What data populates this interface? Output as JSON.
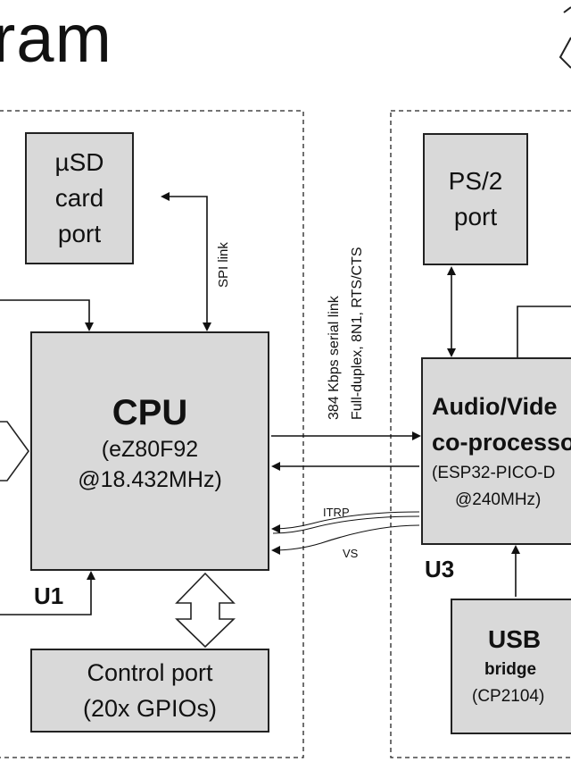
{
  "title": "ram",
  "blocks": {
    "usd": {
      "lines": [
        "µSD",
        "card",
        "port"
      ]
    },
    "ps2": {
      "lines": [
        "PS/2",
        "port"
      ]
    },
    "cpu": {
      "name": "CPU",
      "chip": "(eZ80F92",
      "clock": "@18.432MHz)"
    },
    "av": {
      "name1": "Audio/Vide",
      "name2": "co-processo",
      "chip": "(ESP32-PICO-D",
      "clock": "@240MHz)"
    },
    "control": {
      "line1": "Control port",
      "line2": "(20x GPIOs)"
    },
    "usb": {
      "name": "USB",
      "line2": "bridge",
      "chip": "(CP2104)"
    }
  },
  "labels": {
    "u1": "U1",
    "u3": "U3",
    "spi": "SPI link",
    "serial1": "384 Kbps serial link",
    "serial2": "Full-duplex, 8N1, RTS/CTS",
    "itrp": "ITRP",
    "vs": "VS"
  }
}
